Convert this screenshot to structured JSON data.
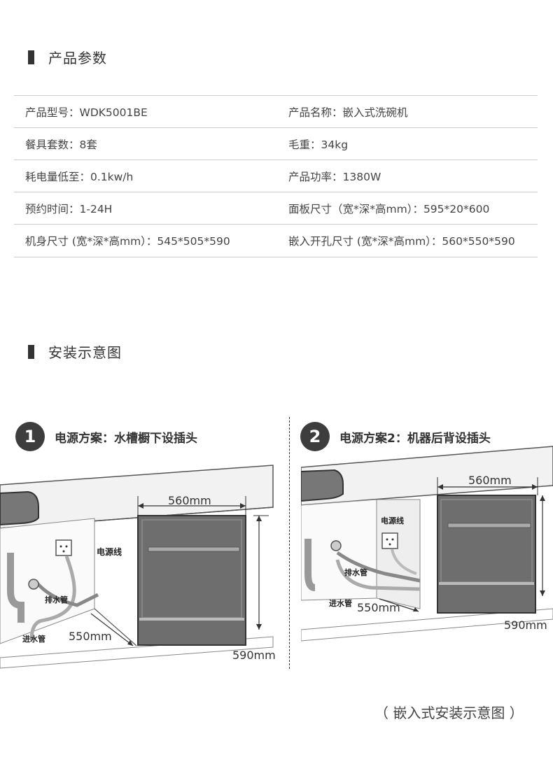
{
  "section1": {
    "title": "产品参数"
  },
  "specs": [
    {
      "left": "产品型号：WDK5001BE",
      "right": "产品名称：嵌入式洗碗机"
    },
    {
      "left": "餐具套数：8套",
      "right": "毛重：34kg"
    },
    {
      "left": "耗电量低至：0.1kw/h",
      "right": "产品功率：1380W"
    },
    {
      "left": "预约时间：1-24H",
      "right": "面板尺寸（宽*深*高mm）：595*20*600"
    },
    {
      "left": "机身尺寸 (宽*深*高mm）：545*505*590",
      "right": "嵌入开孔尺寸 (宽*深*高mm）：560*550*590"
    }
  ],
  "section2": {
    "title": "安装示意图"
  },
  "plan1": {
    "number": "1",
    "label": "电源方案：水槽橱下设插头",
    "width_label": "560mm",
    "depth_label": "550mm",
    "height_label": "590mm",
    "power_cord_label": "电源线",
    "drain_label": "排水管",
    "inlet_label": "进水管"
  },
  "plan2": {
    "number": "2",
    "label": "电源方案2：机器后背设插头",
    "width_label": "560mm",
    "depth_label": "550mm",
    "height_label": "590mm",
    "power_cord_label": "电源线",
    "drain_label": "排水管",
    "inlet_label": "进水管"
  },
  "caption": "（ 嵌入式安装示意图 ）",
  "colors": {
    "text": "#333333",
    "rule": "#cccccc",
    "badge": "#3d3d3d",
    "panel": "#6e6e6e"
  }
}
